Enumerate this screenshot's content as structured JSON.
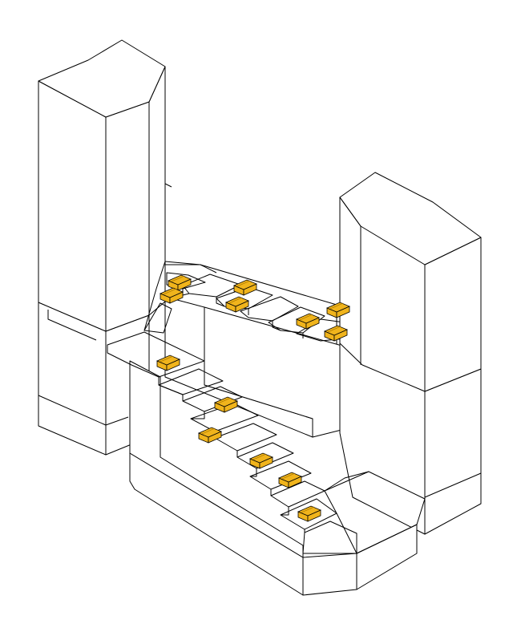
{
  "colors": {
    "background": "#ffffff",
    "outline": "#000000",
    "tread": "#7b9cc8",
    "tread_dark": "#6a8cbb",
    "seat": "#f0b41c",
    "seat_edge": "#b07c00"
  },
  "objects": {
    "left_tower": "tower",
    "right_tower": "tower",
    "lower_flight": "stair-flight",
    "upper_flight": "stair-flight",
    "benches": "bench",
    "bench_count": 13
  }
}
